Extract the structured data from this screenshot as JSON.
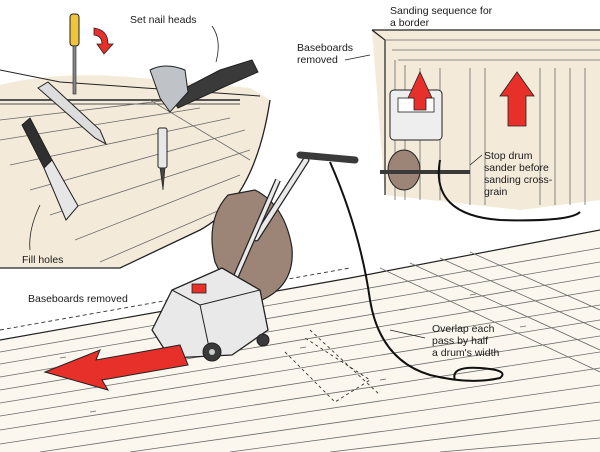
{
  "labels": {
    "set_nail_heads": "Set nail heads",
    "sanding_sequence": "Sanding sequence for\na border",
    "baseboards_removed_top": "Baseboards\nremoved",
    "stop_drum_sander": "Stop drum\nsander before\nsanding cross-\ngrain",
    "fill_holes": "Fill holes",
    "baseboards_removed_bottom": "Baseboards removed",
    "overlap_pass": "Overlap each\npass by half\na drum's width"
  },
  "colors": {
    "arrow_red": "#e8302a",
    "wood_line": "#6b6b6b",
    "outline": "#222222",
    "sander_body": "#e9e9e9",
    "dust_bag": "#9c8477",
    "handle_dark": "#3a3a3a",
    "tan_floor": "#f3ead9"
  },
  "icons": {
    "screwdriver": "screwdriver-icon",
    "hammer": "hammer-icon",
    "nail_set": "nail-set-icon",
    "putty_knife": "putty-knife-icon",
    "pry_bar": "pry-bar-icon",
    "drum_sander": "drum-sander-icon",
    "direction_arrow": "arrow-icon"
  }
}
